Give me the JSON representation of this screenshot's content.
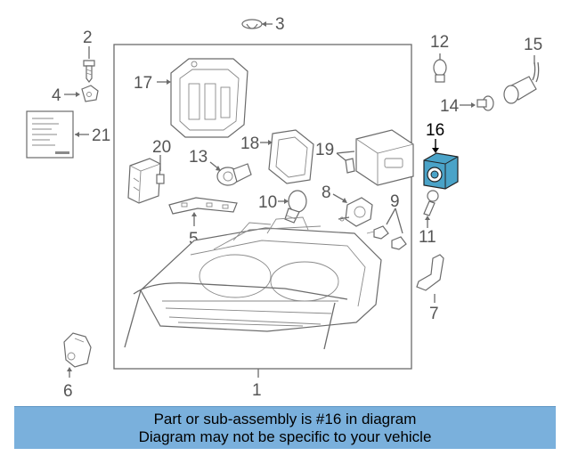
{
  "labels": {
    "l1": "1",
    "l2": "2",
    "l3": "3",
    "l4": "4",
    "l5": "5",
    "l6": "6",
    "l7": "7",
    "l8": "8",
    "l9": "9",
    "l10": "10",
    "l11": "11",
    "l12": "12",
    "l13": "13",
    "l14": "14",
    "l15": "15",
    "l16": "16",
    "l17": "17",
    "l18": "18",
    "l19": "19",
    "l20": "20",
    "l21": "21"
  },
  "highlight": {
    "part": "16",
    "color": "#4aa3c8"
  },
  "footer": {
    "line1": "Part or sub-assembly is #16 in diagram",
    "line2": "Diagram may not be specific to your vehicle",
    "bg_color": "#7ab0dc"
  }
}
